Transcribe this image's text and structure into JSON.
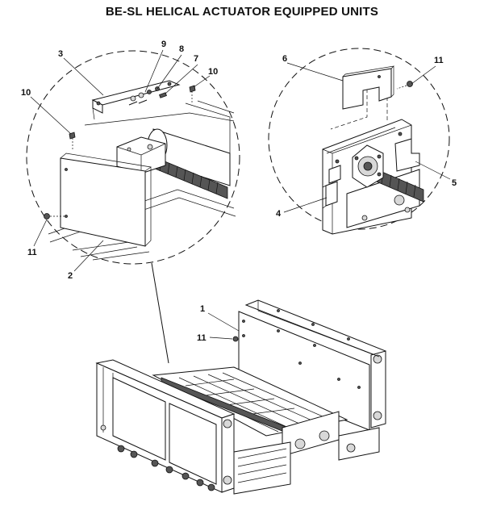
{
  "title": "BE-SL HELICAL ACTUATOR EQUIPPED UNITS",
  "callouts": {
    "c1": "1",
    "c2": "2",
    "c3": "3",
    "c4": "4",
    "c5": "5",
    "c6": "6",
    "c7": "7",
    "c8": "8",
    "c9": "9",
    "c10a": "10",
    "c10b": "10",
    "c11a": "11",
    "c11b": "11",
    "c11c": "11"
  }
}
